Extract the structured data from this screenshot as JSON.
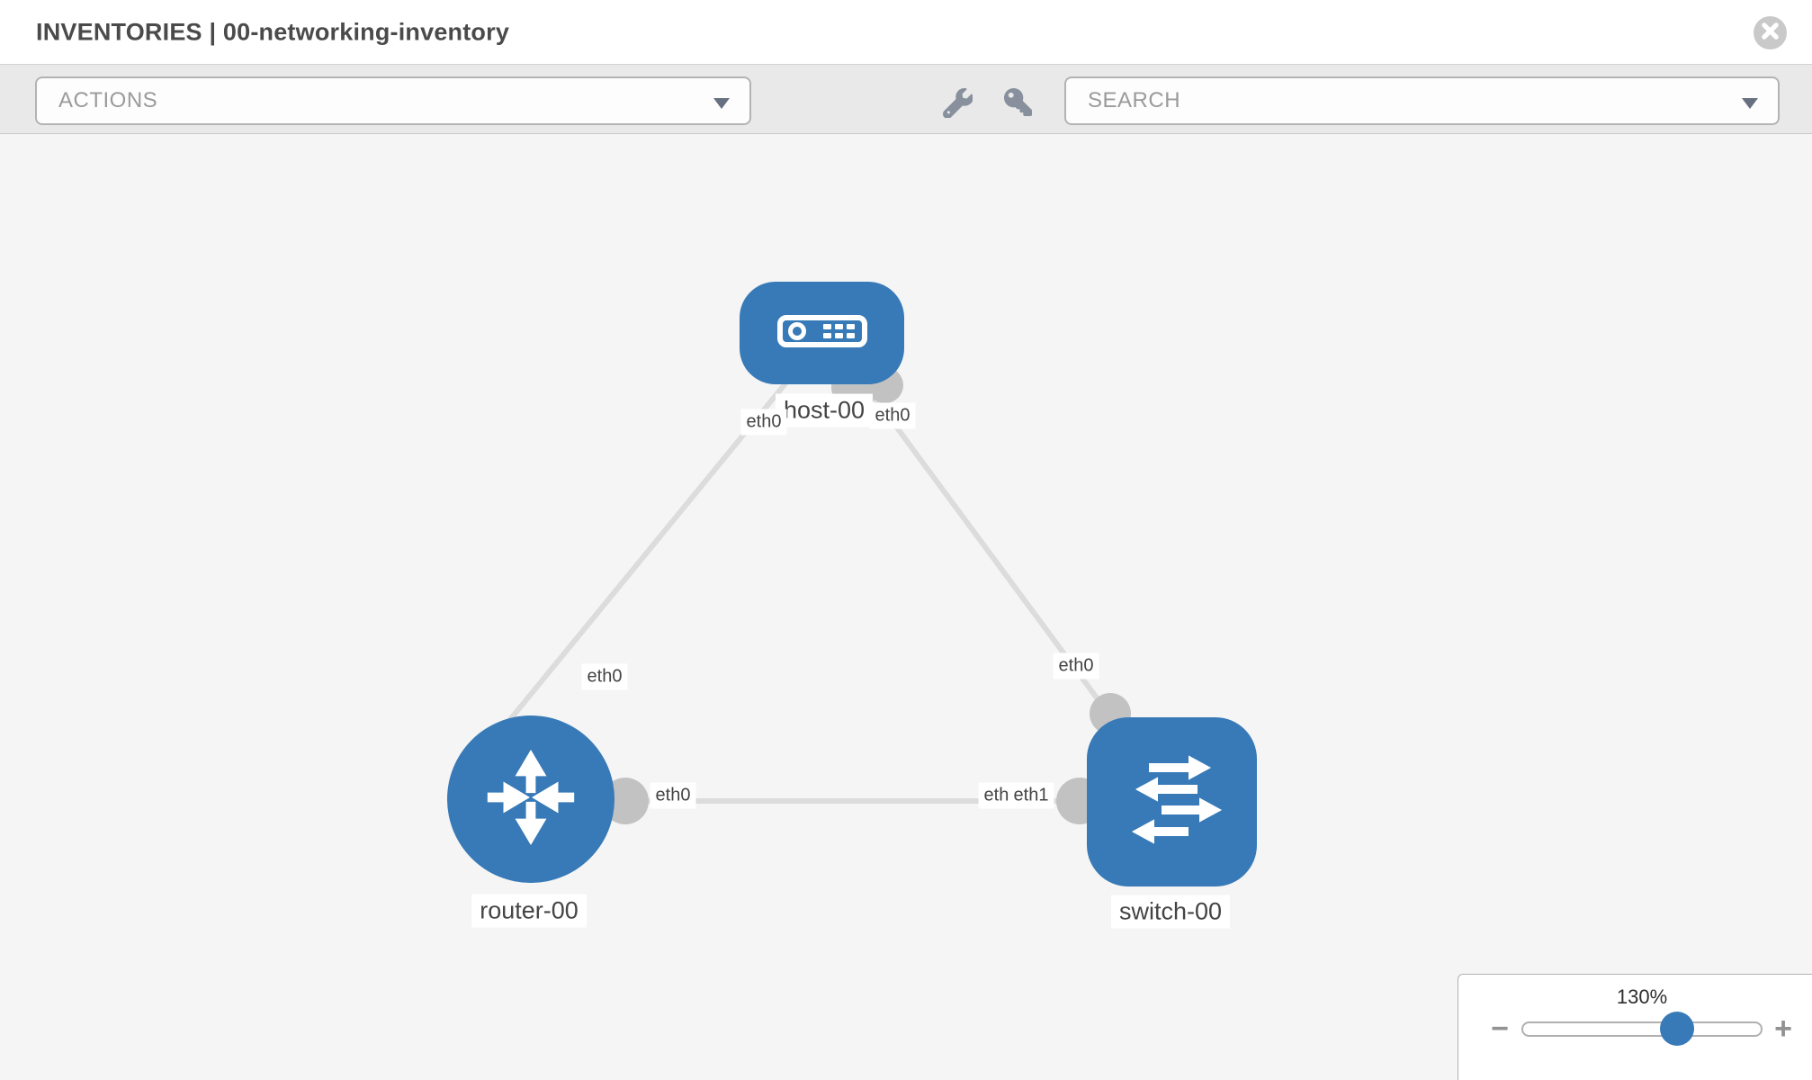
{
  "header": {
    "title": "INVENTORIES | 00-networking-inventory"
  },
  "toolbar": {
    "actions_placeholder": "ACTIONS",
    "search_placeholder": "SEARCH",
    "icons": [
      "wrench-icon",
      "key-icon"
    ]
  },
  "topology": {
    "nodes": [
      {
        "id": "host-00",
        "label": "host-00",
        "type": "host"
      },
      {
        "id": "router-00",
        "label": "router-00",
        "type": "router"
      },
      {
        "id": "switch-00",
        "label": "switch-00",
        "type": "switch"
      }
    ],
    "links": [
      {
        "from": "host-00",
        "from_if": "eth0",
        "to": "router-00",
        "to_if": "eth0"
      },
      {
        "from": "host-00",
        "from_if": "eth0",
        "to": "switch-00",
        "to_if": "eth0"
      },
      {
        "from": "router-00",
        "from_if": "eth0",
        "to": "switch-00",
        "to_if": "eth1"
      }
    ],
    "overlapped_interface_label": "eth0",
    "node_color": "#377ab7",
    "link_color": "#dcdcdc",
    "port_color": "#c2c2c2"
  },
  "zoom_control": {
    "level": "130%",
    "percent": 130,
    "minus_label": "−",
    "plus_label": "+"
  }
}
